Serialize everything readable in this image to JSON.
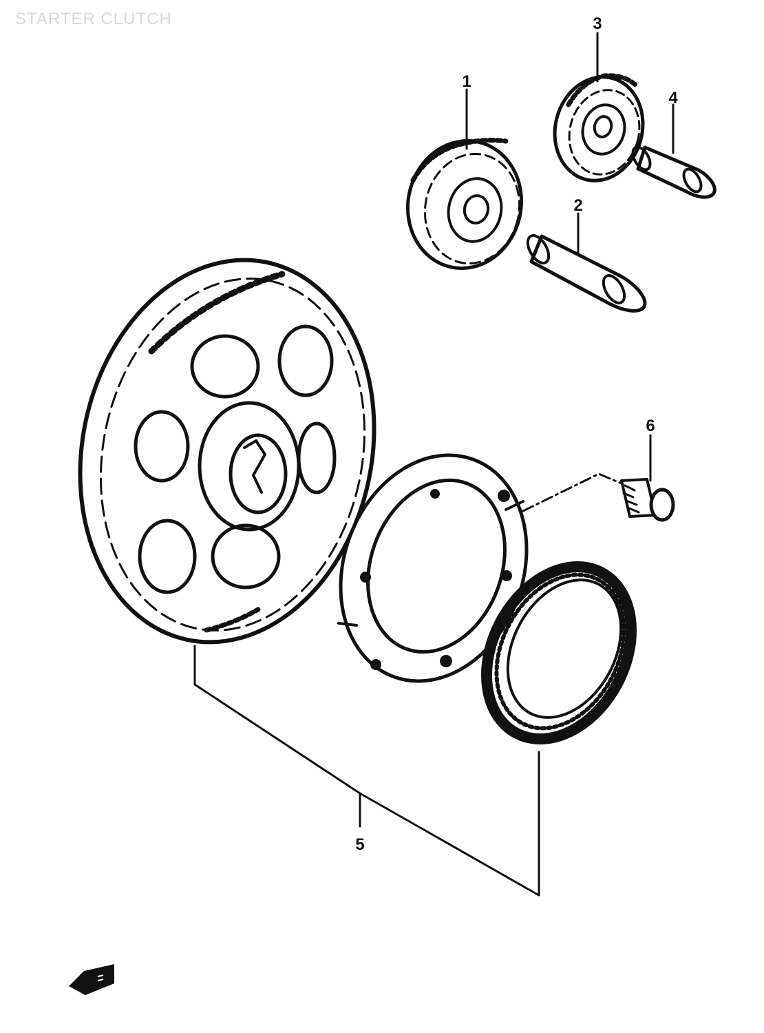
{
  "diagram": {
    "title": "STARTER CLUTCH",
    "callouts": {
      "c1": "1",
      "c2": "2",
      "c3": "3",
      "c4": "4",
      "c5": "5",
      "c6": "6"
    },
    "colors": {
      "ink": "#111111",
      "title": "#d8d8d8",
      "background": "#ffffff"
    },
    "icons": [
      "front-arrow-icon"
    ]
  }
}
